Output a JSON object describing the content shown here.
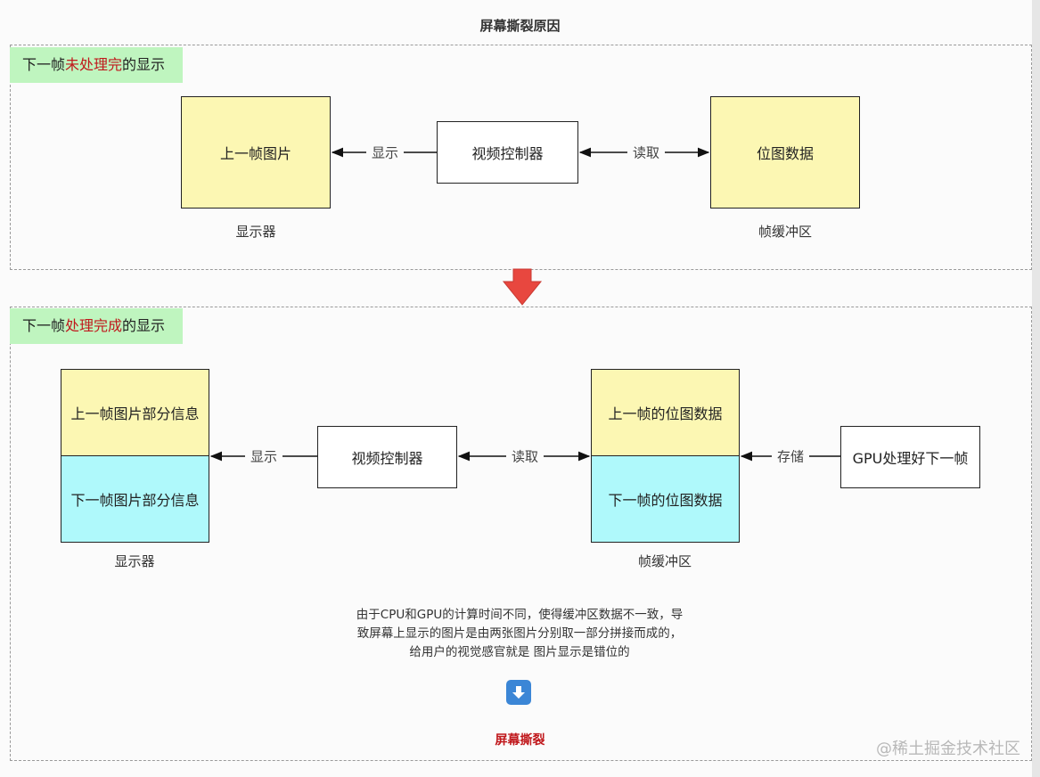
{
  "title": "屏幕撕裂原因",
  "section1": {
    "tag_prefix": "下一帧",
    "tag_highlight": "未处理完",
    "tag_suffix": "的显示",
    "display_box": "上一帧图片",
    "controller_box": "视频控制器",
    "bitmap_box": "位图数据",
    "display_caption": "显示器",
    "buffer_caption": "帧缓冲区",
    "show_label": "显示",
    "read_label": "读取"
  },
  "section2": {
    "tag_prefix": "下一帧",
    "tag_highlight": "处理完成",
    "tag_suffix": "的显示",
    "display_top": "上一帧图片部分信息",
    "display_bottom": "下一帧图片部分信息",
    "controller_box": "视频控制器",
    "buffer_top": "上一帧的位图数据",
    "buffer_bottom": "下一帧的位图数据",
    "gpu_box": "GPU处理好下一帧",
    "display_caption": "显示器",
    "buffer_caption": "帧缓冲区",
    "show_label": "显示",
    "read_label": "读取",
    "store_label": "存储",
    "note_lines": [
      "由于CPU和GPU的计算时间不同，使得缓冲区数据不一致，导",
      "致屏幕上显示的图片是由两张图片分别取一部分拼接而成的，",
      "给用户的视觉感官就是 图片显示是错位的"
    ],
    "result": "屏幕撕裂"
  },
  "watermark": "@稀土掘金技术社区",
  "icons": {
    "transition_arrow": "red-down-arrow-icon",
    "down_button": "down-arrow-button-icon"
  },
  "colors": {
    "tag_bg": "#bff5bf",
    "highlight": "#c0181c",
    "yellow": "#fcf7b3",
    "cyan": "#aff9fb",
    "arrow_red": "#e8473f"
  }
}
